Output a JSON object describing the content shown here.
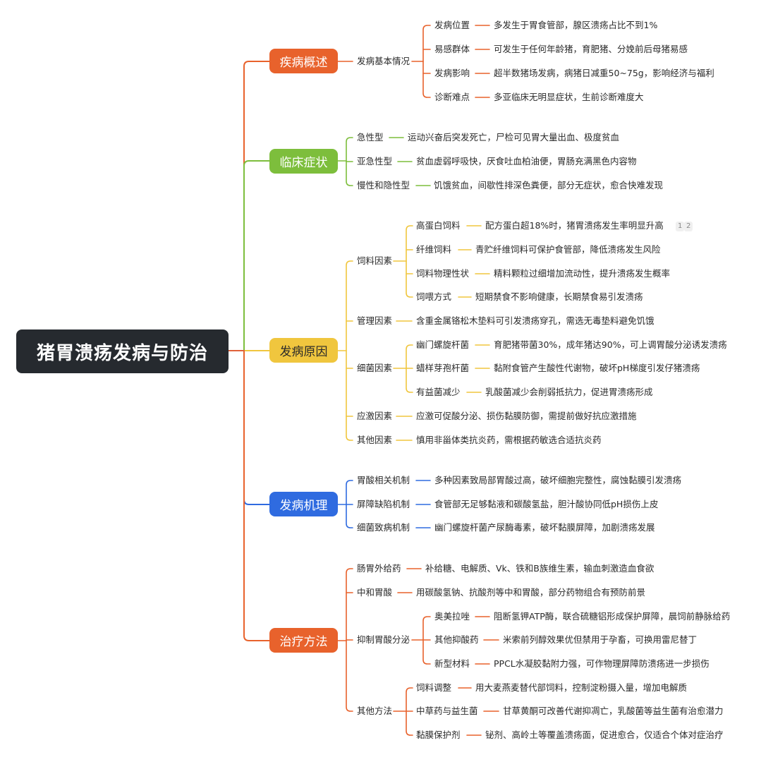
{
  "root": "猪胃溃疡发病与防治",
  "colors": {
    "root_bg": "#262a2f",
    "overview": "#e8622c",
    "symptoms": "#7dbe3c",
    "causes": "#f0c63e",
    "mechanism": "#2f6be0",
    "treatment": "#e8622c",
    "root_line": "#e0623a"
  },
  "categories": [
    {
      "label": "疾病概述",
      "children": [
        {
          "label": "发病基本情况",
          "children": [
            {
              "label": "发病位置",
              "detail": "多发生于胃食管部，腺区溃疡占比不到1%"
            },
            {
              "label": "易感群体",
              "detail": "可发生于任何年龄猪，育肥猪、分娩前后母猪易感"
            },
            {
              "label": "发病影响",
              "detail": "超半数猪场发病，病猪日减重50~75g，影响经济与福利"
            },
            {
              "label": "诊断难点",
              "detail": "多亚临床无明显症状，生前诊断难度大"
            }
          ]
        }
      ]
    },
    {
      "label": "临床症状",
      "children": [
        {
          "label": "急性型",
          "detail": "运动兴奋后突发死亡，尸检可见胃大量出血、极度贫血"
        },
        {
          "label": "亚急性型",
          "detail": "贫血虚弱呼吸快，厌食吐血柏油便，胃肠充满黑色内容物"
        },
        {
          "label": "慢性和隐性型",
          "detail": "饥饿贫血，间歇性排深色粪便，部分无症状，愈合快难发现"
        }
      ]
    },
    {
      "label": "发病原因",
      "children": [
        {
          "label": "饲料因素",
          "children": [
            {
              "label": "高蛋白饲料",
              "detail": "配方蛋白超18%时，猪胃溃疡发生率明显升高",
              "badges": [
                "1",
                "2"
              ]
            },
            {
              "label": "纤维饲料",
              "detail": "青贮纤维饲料可保护食管部，降低溃疡发生风险"
            },
            {
              "label": "饲料物理性状",
              "detail": "精料颗粒过细增加流动性，提升溃疡发生概率"
            },
            {
              "label": "饲喂方式",
              "detail": "短期禁食不影响健康，长期禁食易引发溃疡"
            }
          ]
        },
        {
          "label": "管理因素",
          "detail": "含重金属铬松木垫料可引发溃疡穿孔，需选无毒垫料避免饥饿"
        },
        {
          "label": "细菌因素",
          "children": [
            {
              "label": "幽门螺旋杆菌",
              "detail": "育肥猪带菌30%，成年猪达90%，可上调胃酸分泌诱发溃疡"
            },
            {
              "label": "蜡样芽孢杆菌",
              "detail": "黏附食管产生酸性代谢物，破坏pH梯度引发仔猪溃疡"
            },
            {
              "label": "有益菌减少",
              "detail": "乳酸菌减少会削弱抵抗力，促进胃溃疡形成"
            }
          ]
        },
        {
          "label": "应激因素",
          "detail": "应激可促酸分泌、损伤黏膜防御，需提前做好抗应激措施"
        },
        {
          "label": "其他因素",
          "detail": "慎用非甾体类抗炎药，需根据药敏选合适抗炎药"
        }
      ]
    },
    {
      "label": "发病机理",
      "children": [
        {
          "label": "胃酸相关机制",
          "detail": "多种因素致局部胃酸过高，破坏细胞完整性，腐蚀黏膜引发溃疡"
        },
        {
          "label": "屏障缺陷机制",
          "detail": "食管部无足够黏液和碳酸氢盐，胆汁酸协同低pH损伤上皮"
        },
        {
          "label": "细菌致病机制",
          "detail": "幽门螺旋杆菌产尿酶毒素，破坏黏膜屏障，加剧溃疡发展"
        }
      ]
    },
    {
      "label": "治疗方法",
      "children": [
        {
          "label": "肠胃外给药",
          "detail": "补给糖、电解质、Vk、铁和B族维生素，输血刺激造血食欲"
        },
        {
          "label": "中和胃酸",
          "detail": "用碳酸氢钠、抗酸剂等中和胃酸，部分药物组合有预防前景"
        },
        {
          "label": "抑制胃酸分泌",
          "children": [
            {
              "label": "奥美拉唑",
              "detail": "阻断氢钾ATP酶，联合硫糖铝形成保护屏障，晨饲前静脉给药"
            },
            {
              "label": "其他抑酸药",
              "detail": "米索前列醇效果优但禁用于孕畜，可换用雷尼替丁"
            },
            {
              "label": "新型材料",
              "detail": "PPCL水凝胶黏附力强，可作物理屏障防溃疡进一步损伤"
            }
          ]
        },
        {
          "label": "其他方法",
          "children": [
            {
              "label": "饲料调整",
              "detail": "用大麦燕麦替代部饲料，控制淀粉摄入量，增加电解质"
            },
            {
              "label": "中草药与益生菌",
              "detail": "甘草黄酮可改善代谢抑凋亡，乳酸菌等益生菌有治愈潜力"
            },
            {
              "label": "黏膜保护剂",
              "detail": "铋剂、高岭土等覆盖溃疡面，促进愈合，仅适合个体对症治疗"
            }
          ]
        }
      ]
    }
  ]
}
